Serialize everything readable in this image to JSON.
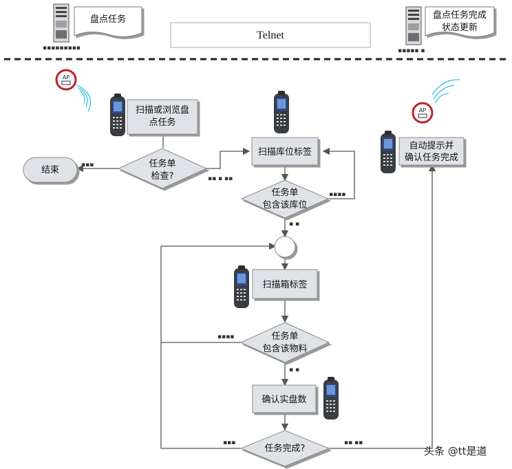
{
  "header": {
    "task_doc": "盘点任务",
    "protocol": "Telnet",
    "update_doc_line1": "盘点任务完成",
    "update_doc_line2": "状态更新"
  },
  "ap": {
    "label": "AP"
  },
  "nodes": {
    "scan_browse_line1": "扫描或浏览盘",
    "scan_browse_line2": "点任务",
    "task_check_line1": "任务单",
    "task_check_line2": "检查?",
    "end": "结束",
    "scan_location": "扫描库位标签",
    "contains_location_line1": "任务单",
    "contains_location_line2": "包含该库位",
    "scan_box": "扫描箱标签",
    "contains_item_line1": "任务单",
    "contains_item_line2": "包含该物料",
    "confirm_count": "确认实盘数",
    "task_complete": "任务完成?",
    "auto_prompt_line1": "自动提示并",
    "auto_prompt_line2": "确认任务完成"
  },
  "watermark": "头条 @tt是道"
}
